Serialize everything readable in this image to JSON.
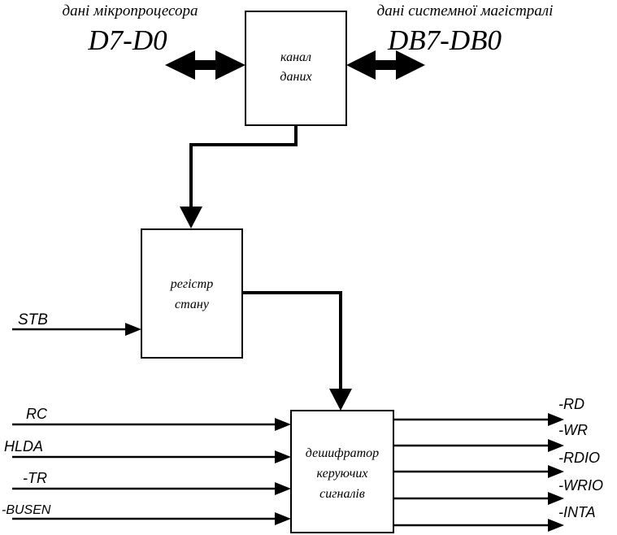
{
  "top": {
    "left_caption": "дані мікропроцесора",
    "left_bus": "D7-D0",
    "right_caption": "дані системної магістралі",
    "right_bus": "DB7-DB0"
  },
  "blocks": {
    "data_channel": [
      "канал",
      "даних"
    ],
    "status_register": [
      "регістр",
      "стану"
    ],
    "decoder": [
      "дешифратор",
      "керуючих",
      "сигналів"
    ]
  },
  "signals": {
    "strobe": "STB",
    "inputs": [
      "RC",
      "HLDA",
      "-TR",
      "-BUSEN"
    ],
    "outputs": [
      "-RD",
      "-WR",
      "-RDIO",
      "-WRIO",
      "-INTA"
    ]
  }
}
